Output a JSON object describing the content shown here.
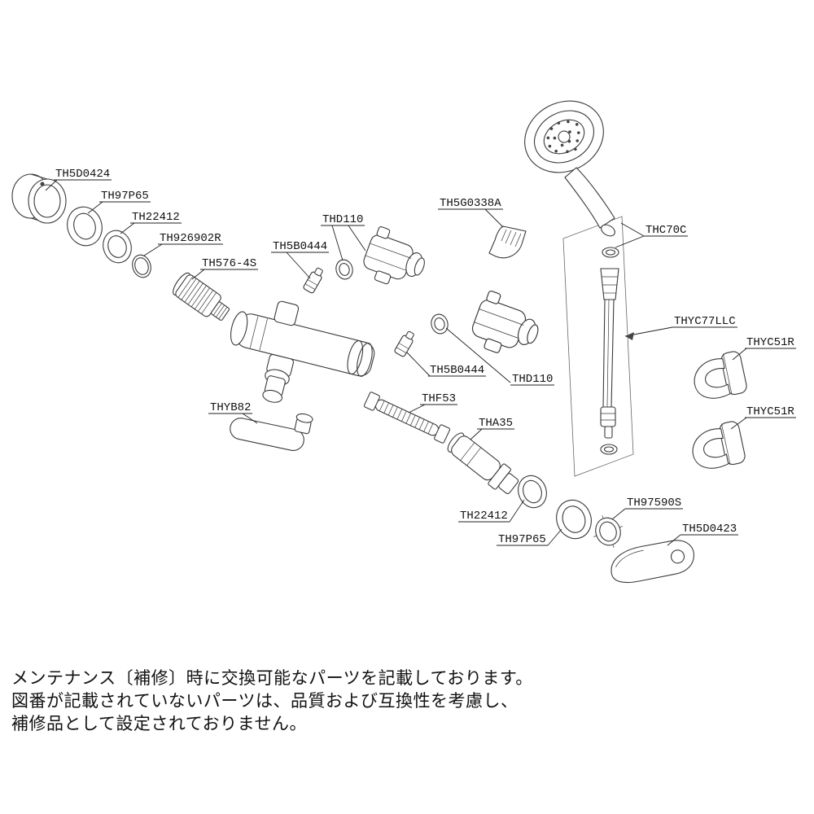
{
  "diagram": {
    "labels": [
      {
        "text": "TH5D0424"
      },
      {
        "text": "TH97P65"
      },
      {
        "text": "TH22412"
      },
      {
        "text": "TH926902R"
      },
      {
        "text": "TH576-4S"
      },
      {
        "text": "TH5B0444"
      },
      {
        "text": "THD110"
      },
      {
        "text": "TH5G0338A"
      },
      {
        "text": "THC70C"
      },
      {
        "text": "THYC77LLC"
      },
      {
        "text": "THYC51R"
      },
      {
        "text": "THYC51R"
      },
      {
        "text": "THYB82"
      },
      {
        "text": "THF53"
      },
      {
        "text": "THA35"
      },
      {
        "text": "TH5B0444"
      },
      {
        "text": "THD110"
      },
      {
        "text": "TH22412"
      },
      {
        "text": "TH97P65"
      },
      {
        "text": "TH97590S"
      },
      {
        "text": "TH5D0423"
      }
    ],
    "note": {
      "line1": "メンテナンス〔補修〕時に交換可能なパーツを記載しております。",
      "line2": "図番が記載されていないパーツは、品質および互換性を考慮し、",
      "line3": "補修品として設定されておりません。"
    },
    "colors": {
      "line": "#3a3a3a",
      "text": "#111111"
    }
  }
}
